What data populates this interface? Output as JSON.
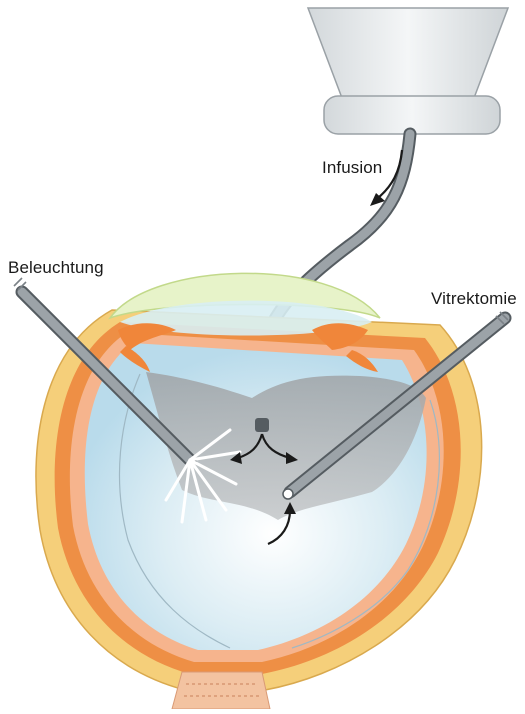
{
  "labels": {
    "infusion": "Infusion",
    "illumination": "Beleuchtung",
    "vitrectomy": "Vitrektomie"
  },
  "colors": {
    "sclera": "#f5cf7a",
    "choroid": "#ee8f45",
    "retina": "#f6b48d",
    "vitreous": "#c6e2ef",
    "detachedMembrane": "#b9b9b9",
    "instrument": "#8e959b",
    "bottle": "#e4e8ea",
    "lens": "#d8eef3",
    "iris": "#f0863a"
  }
}
